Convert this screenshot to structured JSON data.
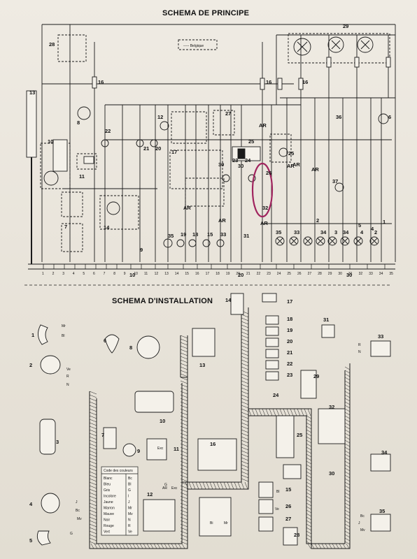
{
  "titles": {
    "principe": "SCHEMA DE PRINCIPE",
    "installation": "SCHEMA D'INSTALLATION"
  },
  "legend": {
    "belgique": "Belgique"
  },
  "color_table": {
    "header": "Code des couleurs",
    "rows": [
      {
        "name": "Blanc",
        "code": "Bc"
      },
      {
        "name": "Bleu",
        "code": "Bl"
      },
      {
        "name": "Gris",
        "code": "G"
      },
      {
        "name": "Incolore",
        "code": "I"
      },
      {
        "name": "Jaune",
        "code": "J"
      },
      {
        "name": "Marron",
        "code": "Mr"
      },
      {
        "name": "Mauve",
        "code": "Mv"
      },
      {
        "name": "Noir",
        "code": "N"
      },
      {
        "name": "Rouge",
        "code": "R"
      },
      {
        "name": "Vert",
        "code": "Ve"
      }
    ]
  },
  "principe_labels": [
    "29",
    "28",
    "16",
    "16",
    "16",
    "13",
    "10",
    "8",
    "22",
    "12",
    "21",
    "20",
    "17",
    "27",
    "25",
    "36",
    "6",
    "11",
    "25",
    "26",
    "30",
    "30",
    "AR",
    "AR",
    "AR",
    "AR",
    "AR",
    "AR",
    "AR",
    "37",
    "7",
    "9",
    "14",
    "19",
    "18",
    "15",
    "35",
    "33",
    "34",
    "3",
    "4",
    "2",
    "5",
    "1",
    "24",
    "23",
    "32",
    "31",
    "35",
    "33",
    "34",
    "4",
    "2"
  ],
  "bottom_axis": [
    "1",
    "2",
    "3",
    "4",
    "5",
    "6",
    "7",
    "8",
    "9",
    "10",
    "11",
    "12",
    "13",
    "14",
    "15",
    "16",
    "17",
    "18",
    "19",
    "20",
    "21",
    "22",
    "23",
    "24",
    "25",
    "26",
    "27",
    "28",
    "29",
    "30",
    "31",
    "32",
    "33",
    "34",
    "35"
  ],
  "bottom_axis_marks": [
    "10",
    "20",
    "30"
  ],
  "installation_labels": [
    "1",
    "2",
    "3",
    "4",
    "5",
    "6",
    "7",
    "8",
    "9",
    "10",
    "11",
    "12",
    "13",
    "14",
    "15",
    "16",
    "17",
    "18",
    "19",
    "20",
    "21",
    "22",
    "23",
    "24",
    "25",
    "26",
    "27",
    "28",
    "29",
    "30",
    "31",
    "32",
    "33",
    "34",
    "35"
  ],
  "wire_codes": [
    "Mr",
    "Bl",
    "Ve",
    "R",
    "N",
    "J",
    "Bc",
    "Mv",
    "G",
    "Exc",
    "AR",
    "Bi"
  ],
  "annotation_color": "#a0245e",
  "ink_color": "#1a1a1a"
}
